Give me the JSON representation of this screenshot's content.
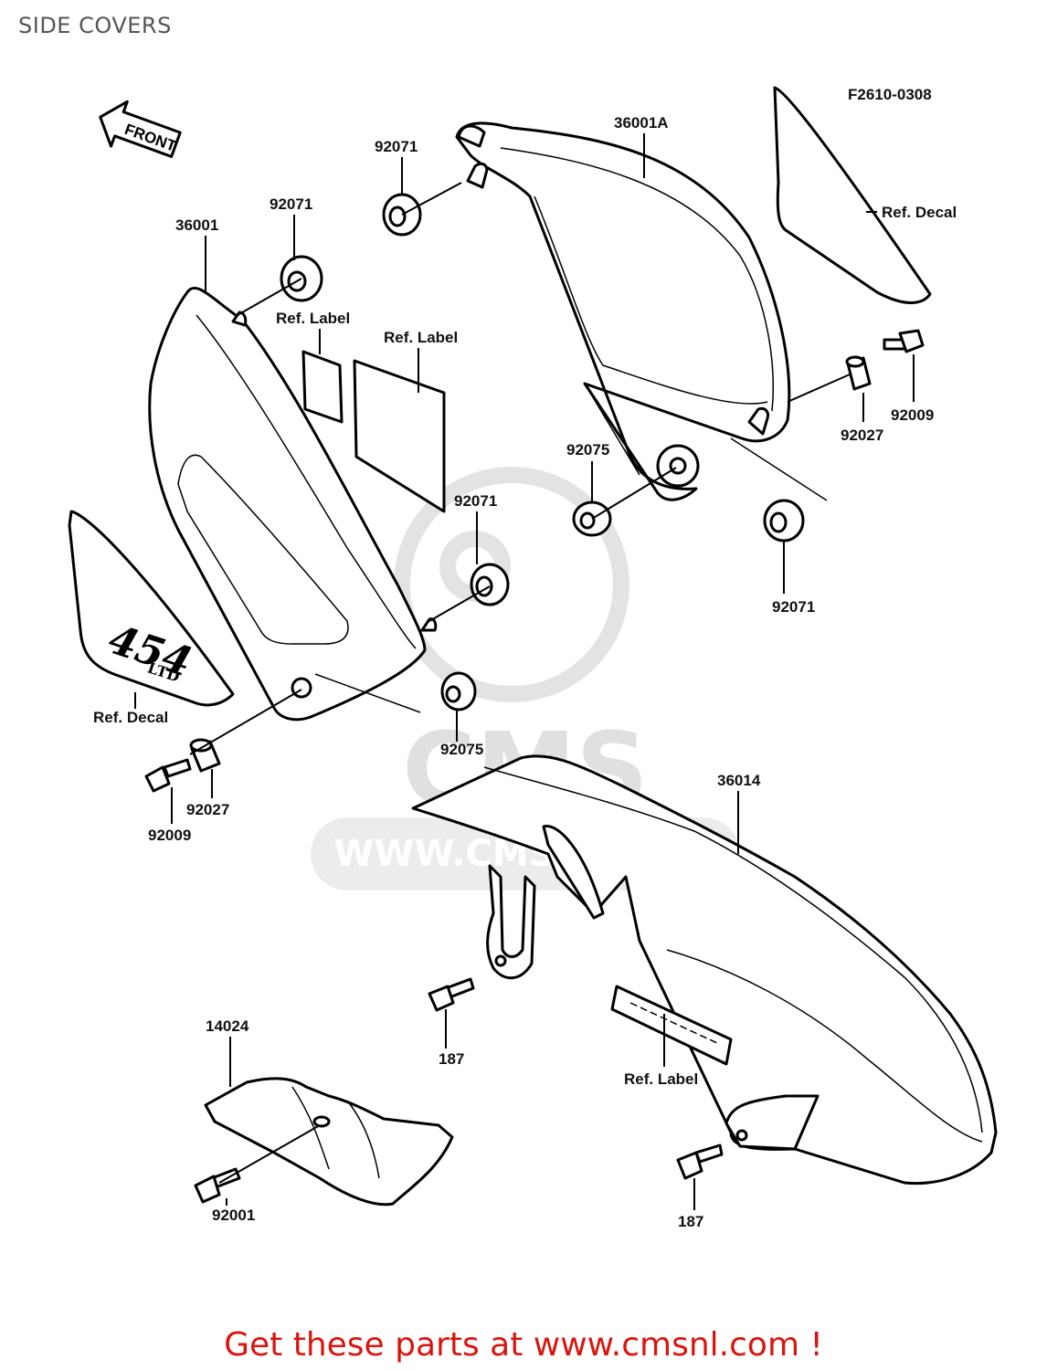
{
  "page": {
    "title": "SIDE COVERS",
    "figure_code": "F2610-0308",
    "footer_text": "Get these parts at www.cmsnl.com !"
  },
  "watermark": {
    "brand": "CMS",
    "url": "WWW.CMSNL.COM"
  },
  "front_arrow": "FRONT",
  "decal_text": {
    "number": "454",
    "suffix": "LTD"
  },
  "labels": {
    "p36001": "36001",
    "p36001a": "36001A",
    "p36014": "36014",
    "p14024": "14024",
    "grommet_top": "92071",
    "grommet_left": "92071",
    "grommet_mid": "92071",
    "grommet_right": "92071",
    "collar_right": "92027",
    "collar_left": "92027",
    "bolt_right": "92009",
    "bolt_left": "92009",
    "grommet_small_right": "92075",
    "grommet_small_left": "92075",
    "bolt_chain_upper": "187",
    "bolt_chain_lower": "187",
    "bolt_guard": "92001",
    "ref_decal_right": "Ref. Decal",
    "ref_decal_left": "Ref. Decal",
    "ref_label_small": "Ref. Label",
    "ref_label_large": "Ref. Label",
    "ref_label_chain": "Ref. Label"
  }
}
